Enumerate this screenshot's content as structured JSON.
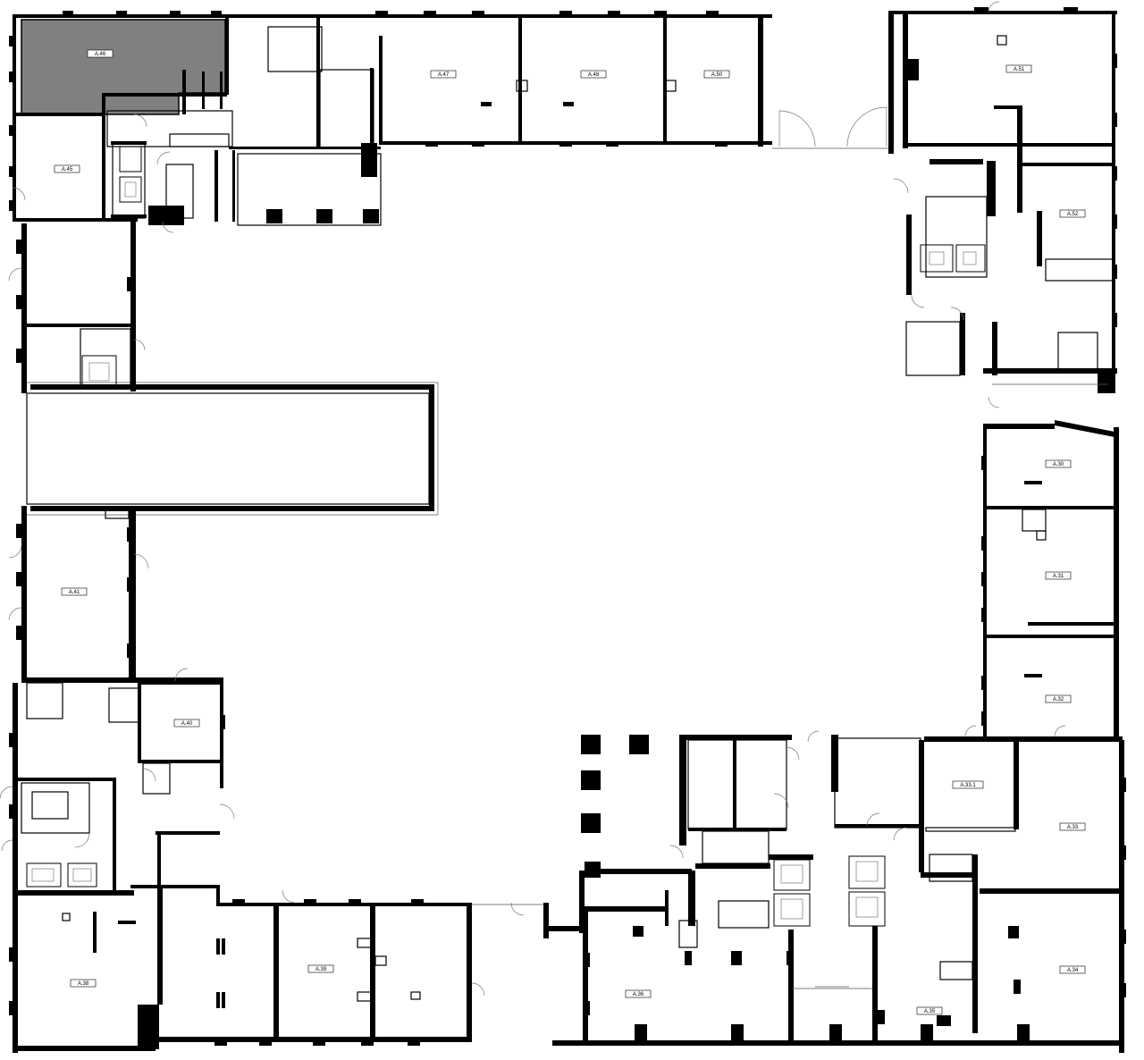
{
  "colors": {
    "wall": "#000000",
    "background": "#ffffff",
    "highlighted_unit": "#808080"
  },
  "highlighted_unit": "A.46",
  "units": [
    {
      "id": "A.46",
      "highlighted": true
    },
    {
      "id": "A.47"
    },
    {
      "id": "A.48"
    },
    {
      "id": "A.50"
    },
    {
      "id": "A.51"
    },
    {
      "id": "A.45"
    },
    {
      "id": "A.52"
    },
    {
      "id": "A.30"
    },
    {
      "id": "A.31"
    },
    {
      "id": "A.32"
    },
    {
      "id": "A.41"
    },
    {
      "id": "A.40"
    },
    {
      "id": "A.33.1"
    },
    {
      "id": "A.33"
    },
    {
      "id": "A.34"
    },
    {
      "id": "A.35"
    },
    {
      "id": "A.36"
    },
    {
      "id": "A.39"
    },
    {
      "id": "A.38"
    }
  ]
}
